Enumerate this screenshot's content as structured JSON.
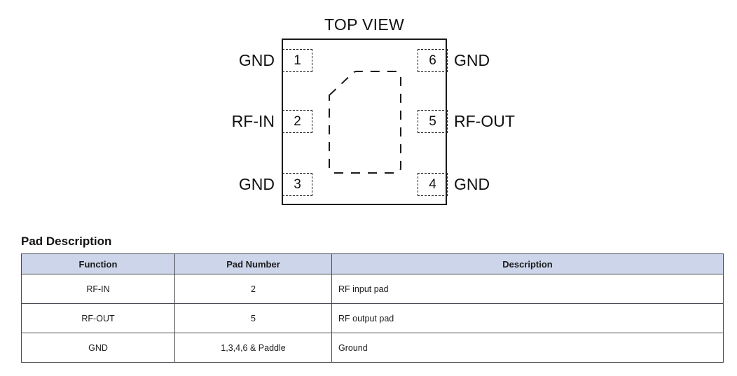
{
  "diagram": {
    "title": "TOP VIEW",
    "pads": [
      {
        "number": "1",
        "label": "GND",
        "side": "left"
      },
      {
        "number": "2",
        "label": "RF-IN",
        "side": "left"
      },
      {
        "number": "3",
        "label": "GND",
        "side": "left"
      },
      {
        "number": "4",
        "label": "GND",
        "side": "right"
      },
      {
        "number": "5",
        "label": "RF-OUT",
        "side": "right"
      },
      {
        "number": "6",
        "label": "GND",
        "side": "right"
      }
    ]
  },
  "pad_description": {
    "heading": "Pad Description",
    "columns": [
      "Function",
      "Pad Number",
      "Description"
    ],
    "rows": [
      {
        "function": "RF-IN",
        "pad_number": "2",
        "description": "RF input pad"
      },
      {
        "function": "RF-OUT",
        "pad_number": "5",
        "description": "RF output pad"
      },
      {
        "function": "GND",
        "pad_number": "1,3,4,6 & Paddle",
        "description": "Ground"
      }
    ]
  },
  "colors": {
    "header_fill": "#ccd5ea",
    "border": "#4a4a52",
    "text": "#1a1a1a"
  }
}
